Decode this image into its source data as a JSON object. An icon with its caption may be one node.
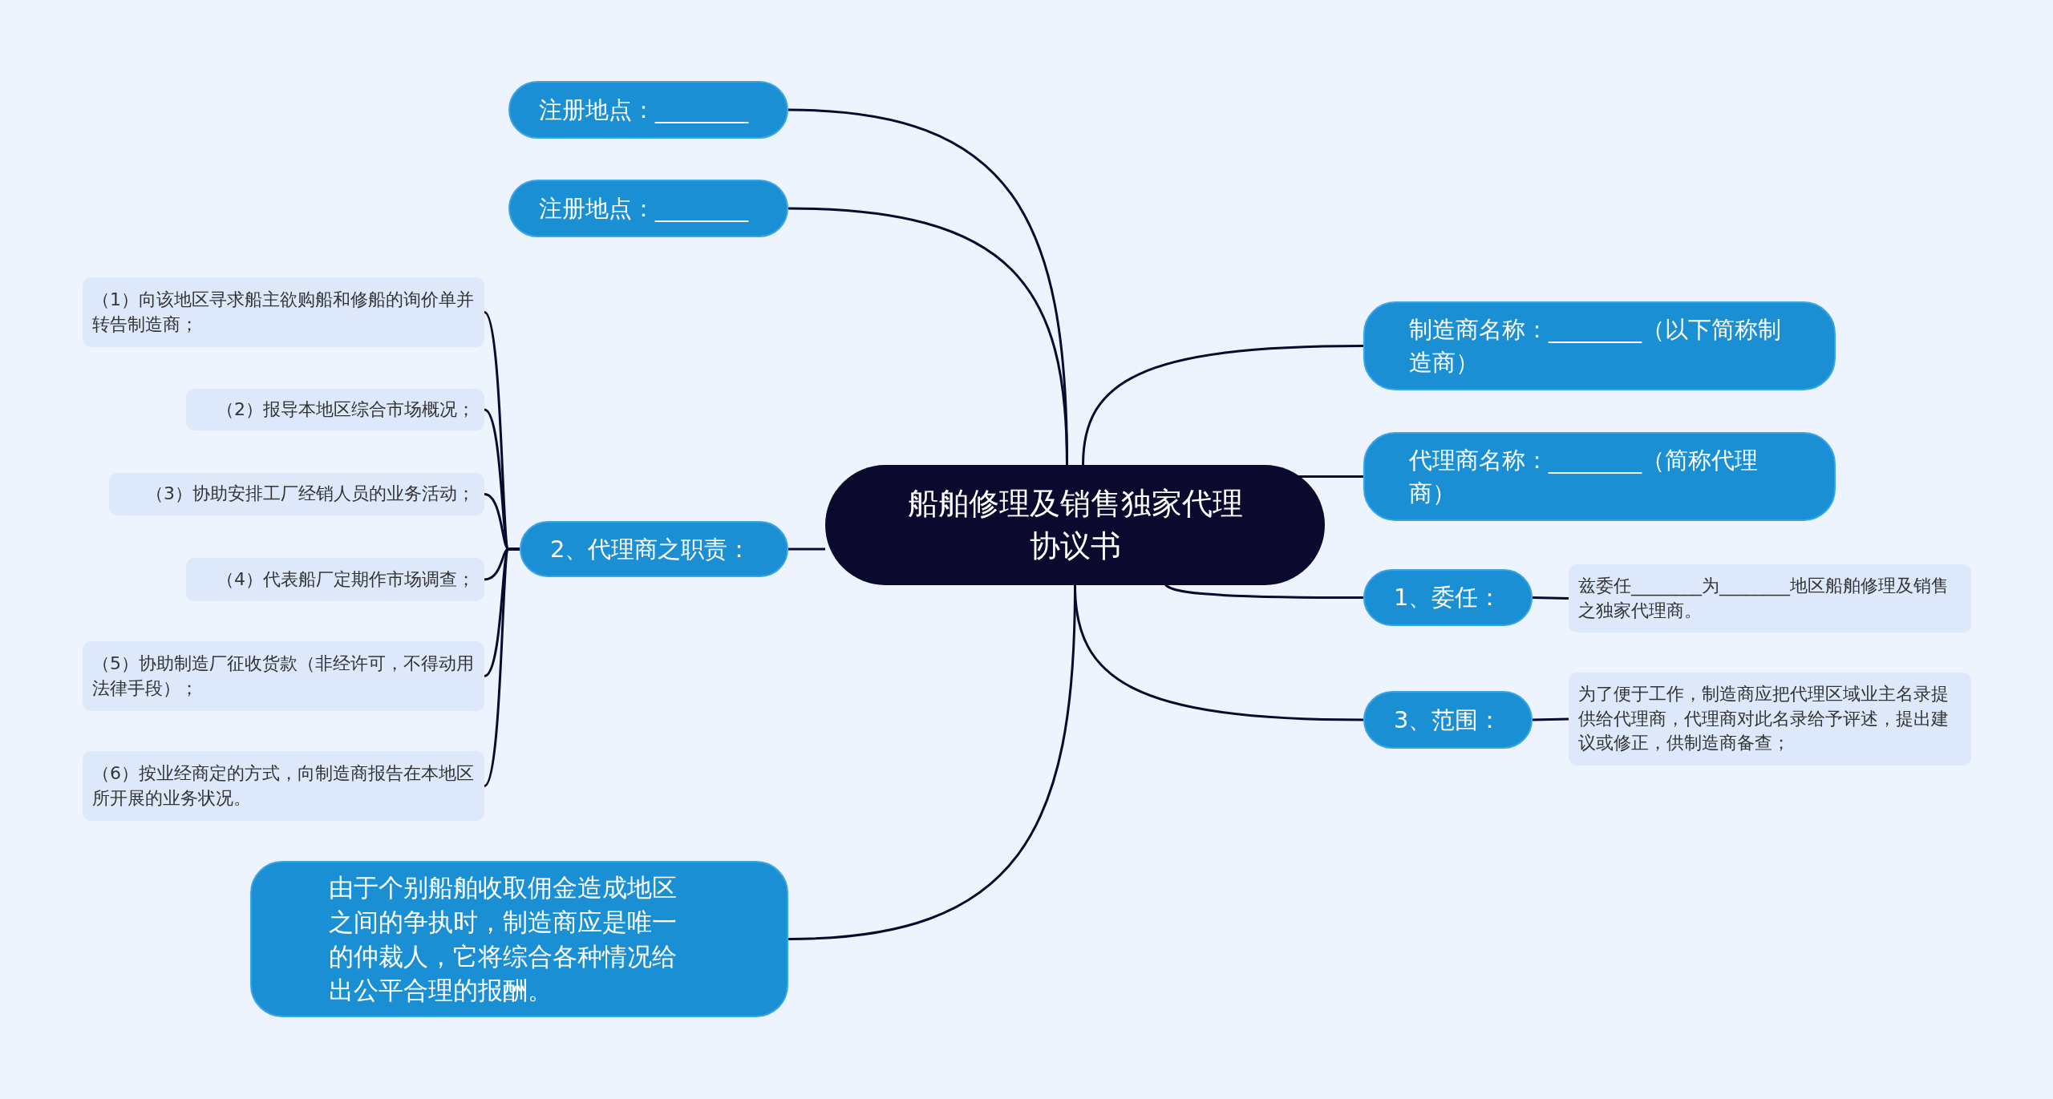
{
  "diagram": {
    "nodes": [
      {
        "text": [
          "船舶修理及销售独家代理协议书"
        ]
      },
      {
        "text": [
          "注册地点：________"
        ]
      },
      {
        "text": [
          "注册地点：________"
        ]
      },
      {
        "text": [
          "制造商名称：________（以下简称制造商）"
        ]
      },
      {
        "text": [
          "代理商名称：________（简称代理商）"
        ]
      },
      {
        "text": [
          "1、委任："
        ]
      },
      {
        "text": [
          "兹委任________为________地区船舶修理及销售之独家代理商。"
        ]
      },
      {
        "text": [
          "3、范围："
        ]
      },
      {
        "text": [
          "为了便于工作，制造商应把代理区域业主名录提供给代理商，代理商对此名录给予评述，提出建议或修正，供制造商备查；"
        ]
      },
      {
        "text": [
          "2、代理商之职责："
        ]
      },
      {
        "text": [
          "（1）向该地区寻求船主欲购船和修船的询价单并转告制造商；"
        ]
      },
      {
        "text": [
          "（2）报导本地区综合市场概况；"
        ]
      },
      {
        "text": [
          "（3）协助安排工厂经销人员的业务活动；"
        ]
      },
      {
        "text": [
          "（4）代表船厂定期作市场调查；"
        ]
      },
      {
        "text": [
          "（5）协助制造厂征收货款（非经许可，不得动用法律手段）；"
        ]
      },
      {
        "text": [
          "（6）按业经商定的方式，向制造商报告在本地区所开展的业务状况。"
        ]
      },
      {
        "text": [
          "由于个别船舶收取佣金造成地区之间的争执时，制造商应是唯一的仲裁人，它将综合各种情况给出公平合理的报酬。"
        ]
      }
    ],
    "edges": [
      {
        "from": 0,
        "to": 1,
        "arrow": "none"
      },
      {
        "from": 0,
        "to": 2,
        "arrow": "none"
      },
      {
        "from": 0,
        "to": 3,
        "arrow": "none"
      },
      {
        "from": 0,
        "to": 4,
        "arrow": "none"
      },
      {
        "from": 0,
        "to": 5,
        "arrow": "none"
      },
      {
        "from": 5,
        "to": 6,
        "arrow": "none"
      },
      {
        "from": 0,
        "to": 7,
        "arrow": "none"
      },
      {
        "from": 7,
        "to": 8,
        "arrow": "none"
      },
      {
        "from": 0,
        "to": 9,
        "arrow": "none"
      },
      {
        "from": 9,
        "to": 10,
        "arrow": "none"
      },
      {
        "from": 9,
        "to": 11,
        "arrow": "none"
      },
      {
        "from": 9,
        "to": 12,
        "arrow": "none"
      },
      {
        "from": 9,
        "to": 13,
        "arrow": "none"
      },
      {
        "from": 9,
        "to": 14,
        "arrow": "none"
      },
      {
        "from": 9,
        "to": 15,
        "arrow": "none"
      },
      {
        "from": 0,
        "to": 16,
        "arrow": "none"
      }
    ]
  }
}
